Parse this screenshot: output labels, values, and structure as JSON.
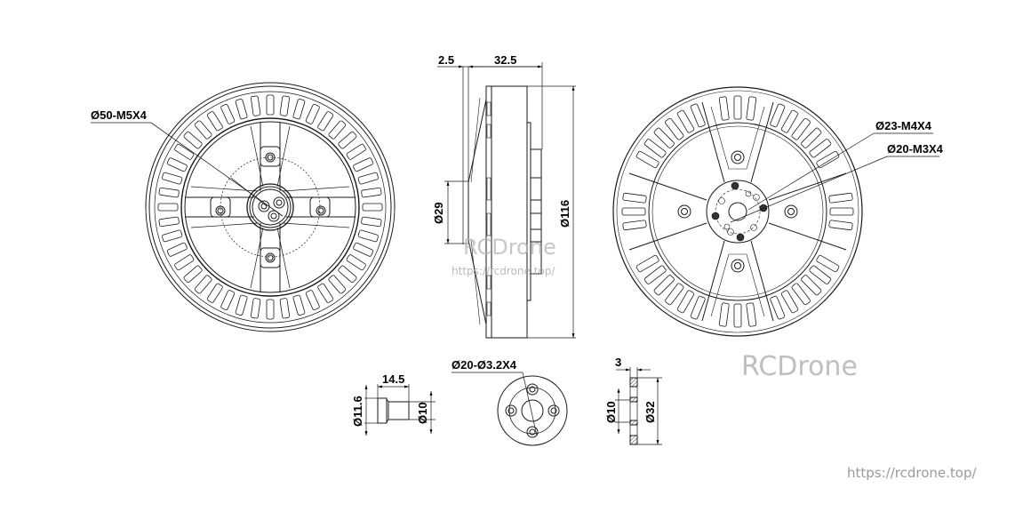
{
  "drawing": {
    "front_view": {
      "callout": "Ø50-M5X4"
    },
    "side_view": {
      "dims": {
        "flange_thickness": "2.5",
        "body_length": "32.5",
        "hub_diameter": "Ø29",
        "outer_diameter": "Ø116"
      }
    },
    "rear_view": {
      "callouts": [
        "Ø23-M4X4",
        "Ø20-M3X4"
      ]
    },
    "shaft_adapter": {
      "dims": {
        "length": "14.5",
        "collar_diameter": "Ø11.6",
        "shaft_diameter": "Ø10"
      }
    },
    "prop_adapter_front": {
      "callout": "Ø20-Ø3.2X4"
    },
    "prop_adapter_section": {
      "dims": {
        "thickness": "3",
        "bore_diameter": "Ø10",
        "outer_diameter": "Ø32"
      }
    }
  },
  "watermarks": {
    "brand": "RCDrone",
    "url": "https://rcdrone.top/",
    "center_brand": "RCDrone",
    "center_url": "https://rcdrone.top/"
  },
  "colors": {
    "line": "#1a1a1a",
    "watermark": "#bfbfbf"
  }
}
